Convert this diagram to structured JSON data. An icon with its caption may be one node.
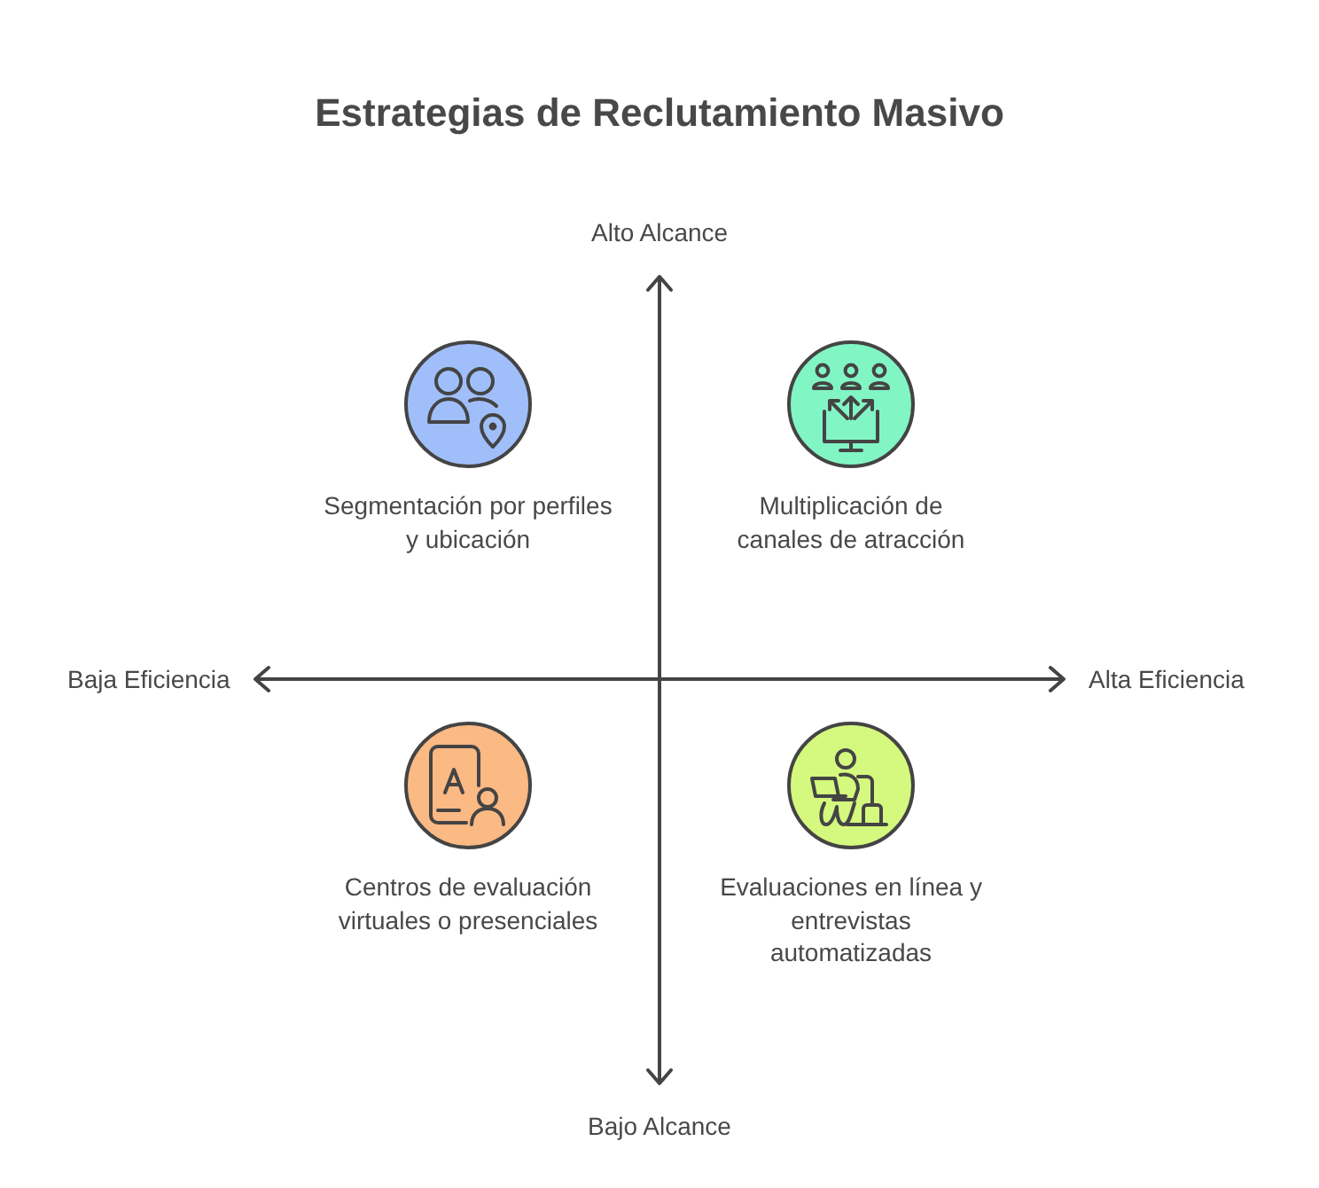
{
  "diagram": {
    "title": "Estrategias de Reclutamiento Masivo",
    "nodes": [
      {
        "text": [
          "Segmentación por perfiles y ubicación"
        ]
      },
      {
        "text": [
          "Multiplicación de canales de atracción"
        ]
      },
      {
        "text": [
          "Centros de evaluación virtuales o presenciales"
        ]
      },
      {
        "text": [
          "Evaluaciones en línea y entrevistas automatizadas"
        ]
      }
    ],
    "labels": [
      "Alto Alcance",
      "Baja Eficiencia",
      "Alta Eficiencia",
      "Bajo Alcance"
    ]
  }
}
